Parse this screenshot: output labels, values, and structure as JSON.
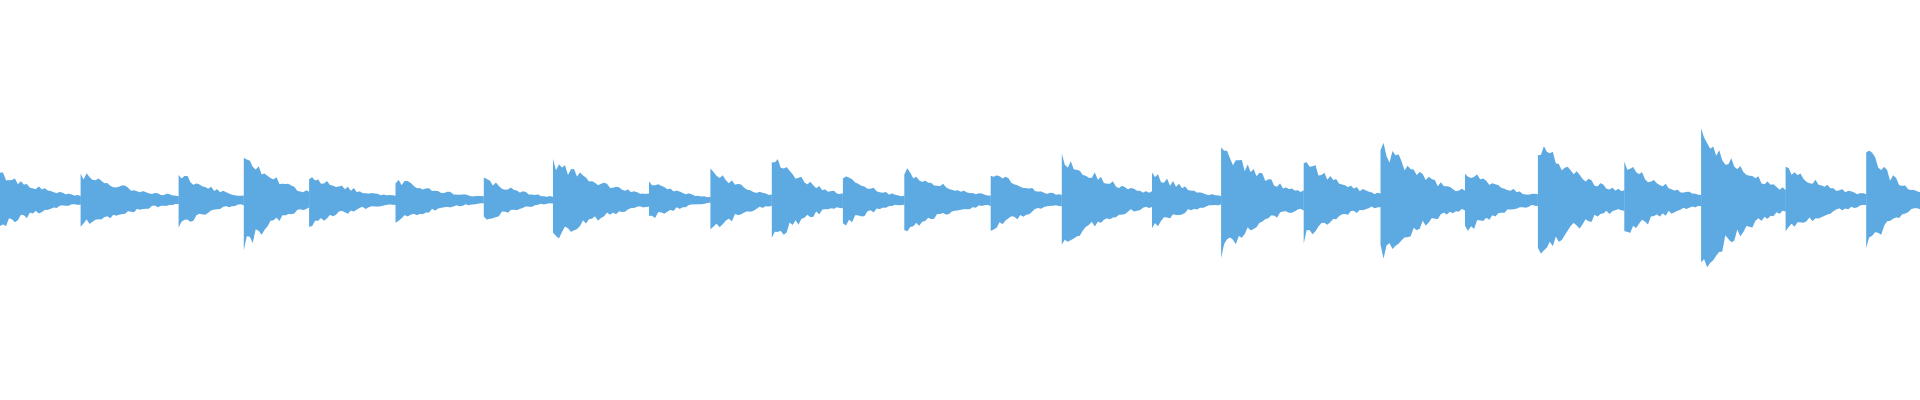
{
  "waveform": {
    "color": "#5DA9E2",
    "background": "#FFFFFF",
    "baseline_amplitude": 0.01,
    "onsets": [
      {
        "time": 0.0,
        "peak": 0.13
      },
      {
        "time": 0.042,
        "peak": 0.13
      },
      {
        "time": 0.093,
        "peak": 0.13
      },
      {
        "time": 0.127,
        "peak": 0.23
      },
      {
        "time": 0.161,
        "peak": 0.12
      },
      {
        "time": 0.206,
        "peak": 0.1
      },
      {
        "time": 0.252,
        "peak": 0.1
      },
      {
        "time": 0.288,
        "peak": 0.19
      },
      {
        "time": 0.338,
        "peak": 0.09
      },
      {
        "time": 0.37,
        "peak": 0.16
      },
      {
        "time": 0.402,
        "peak": 0.2
      },
      {
        "time": 0.439,
        "peak": 0.12
      },
      {
        "time": 0.471,
        "peak": 0.15
      },
      {
        "time": 0.516,
        "peak": 0.15
      },
      {
        "time": 0.553,
        "peak": 0.21
      },
      {
        "time": 0.6,
        "peak": 0.13
      },
      {
        "time": 0.636,
        "peak": 0.26
      },
      {
        "time": 0.679,
        "peak": 0.19
      },
      {
        "time": 0.719,
        "peak": 0.27
      },
      {
        "time": 0.763,
        "peak": 0.15
      },
      {
        "time": 0.801,
        "peak": 0.27
      },
      {
        "time": 0.846,
        "peak": 0.17
      },
      {
        "time": 0.886,
        "peak": 0.33
      },
      {
        "time": 0.93,
        "peak": 0.16
      },
      {
        "time": 0.972,
        "peak": 0.24
      }
    ]
  }
}
